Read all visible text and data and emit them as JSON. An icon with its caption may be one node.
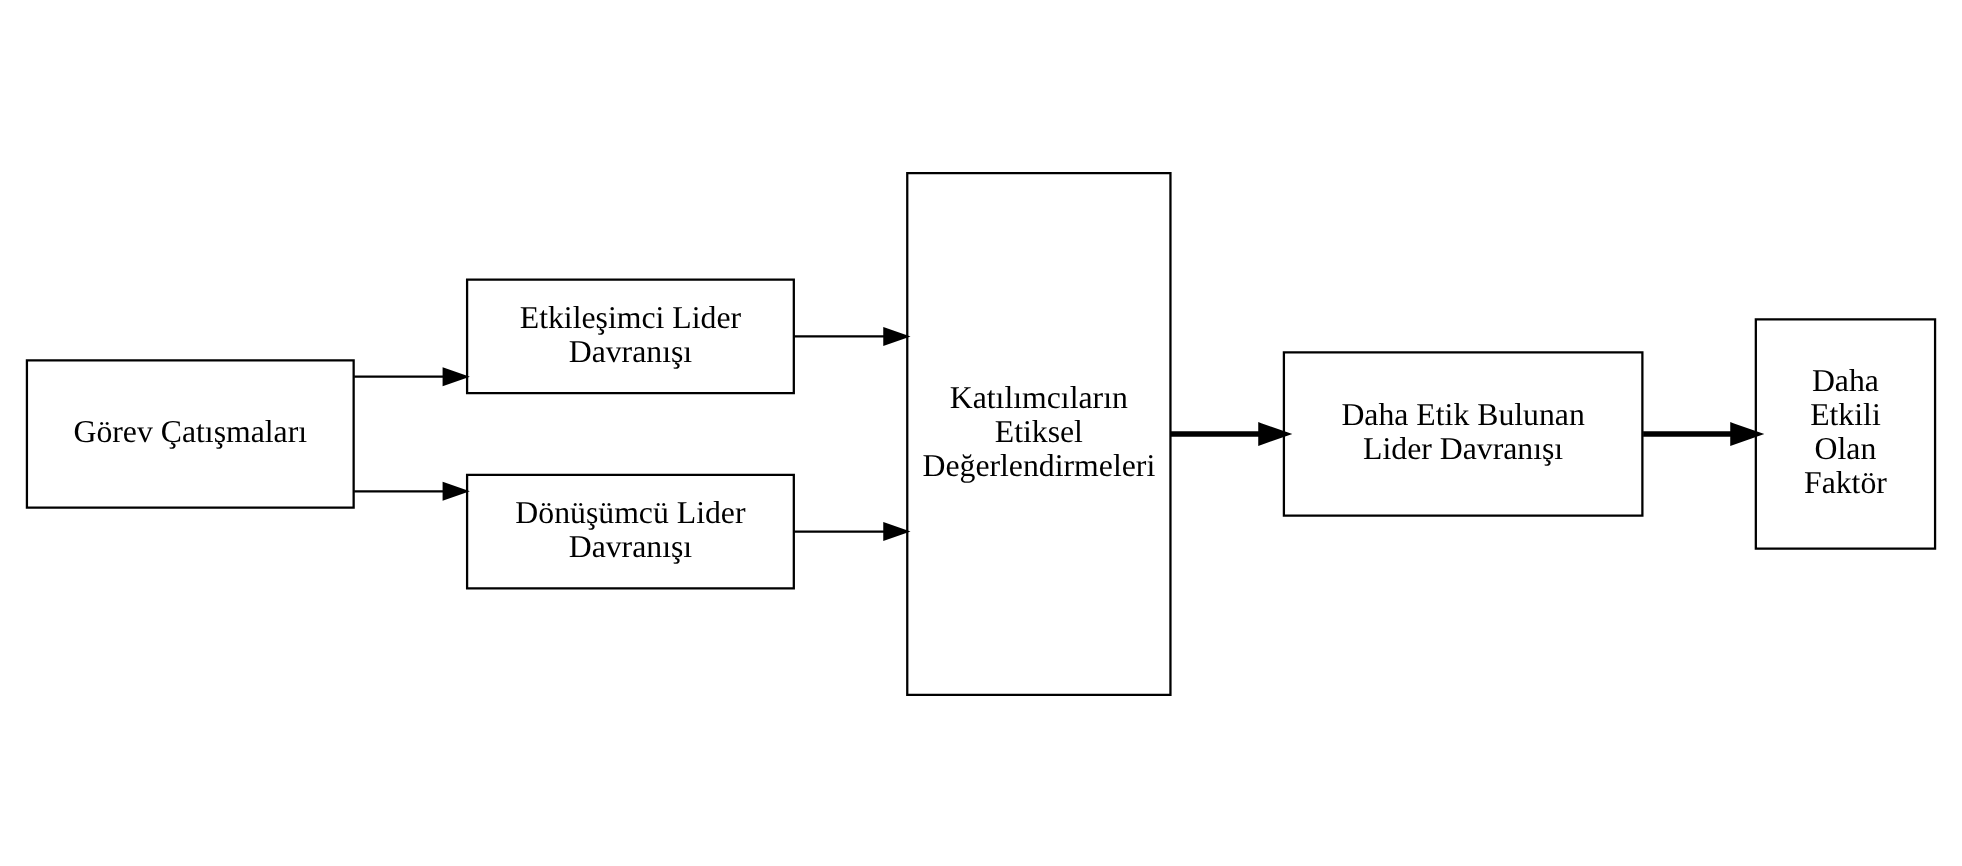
{
  "diagram": {
    "nodes": [
      {
        "text": [
          "Görev Çatışmaları"
        ]
      },
      {
        "text": [
          "Etkileşimci Lider Davranışı"
        ]
      },
      {
        "text": [
          "Dönüşümcü Lider Davranışı"
        ]
      },
      {
        "text": [
          "Katılımcıların Etiksel Değerlendirmeleri"
        ]
      },
      {
        "text": [
          "Daha Etik Bulunan Lider Davranışı"
        ]
      },
      {
        "text": [
          "Daha Etkili Olan Faktör"
        ]
      }
    ],
    "edges": [
      {
        "from": 0,
        "to": 1,
        "arrow": "to"
      },
      {
        "from": 0,
        "to": 2,
        "arrow": "to"
      },
      {
        "from": 1,
        "to": 3,
        "arrow": "to"
      },
      {
        "from": 2,
        "to": 3,
        "arrow": "to"
      },
      {
        "from": 3,
        "to": 4,
        "arrow": "to",
        "style": "thick"
      },
      {
        "from": 4,
        "to": 5,
        "arrow": "to",
        "style": "thick"
      }
    ]
  }
}
